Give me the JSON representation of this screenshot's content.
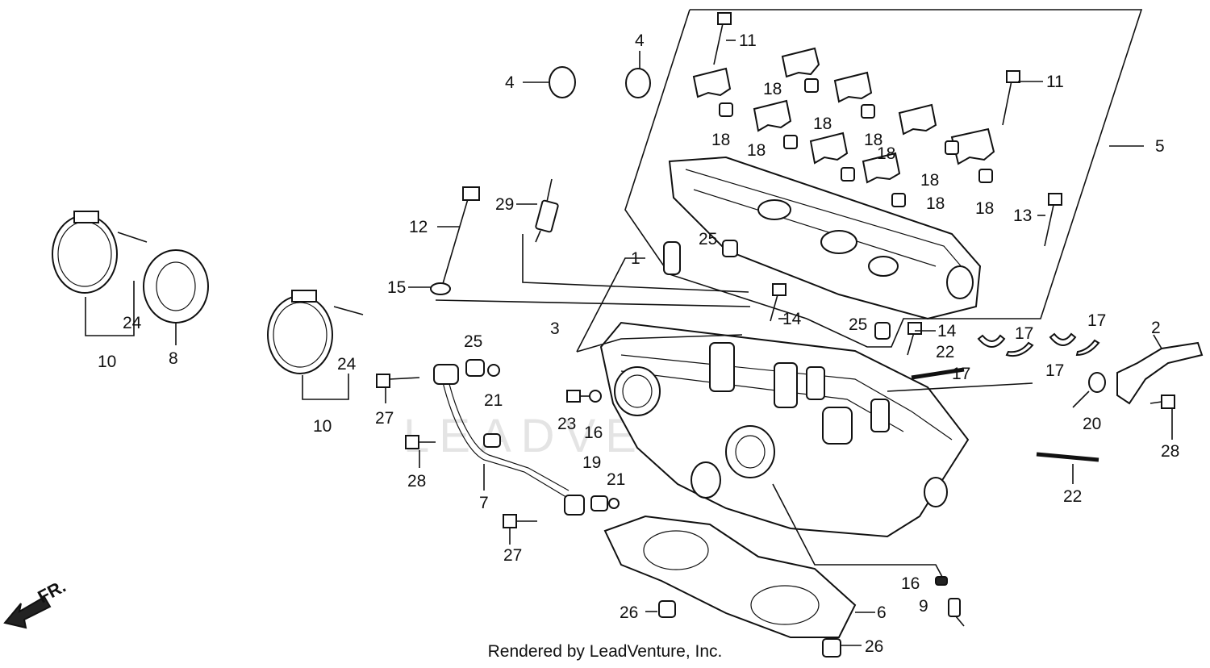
{
  "diagram": {
    "callouts": [
      "1",
      "2",
      "3",
      "4",
      "4",
      "5",
      "6",
      "7",
      "8",
      "9",
      "10",
      "10",
      "11",
      "11",
      "12",
      "13",
      "14",
      "14",
      "15",
      "16",
      "16",
      "17",
      "17",
      "17",
      "17",
      "18",
      "18",
      "18",
      "18",
      "18",
      "18",
      "18",
      "18",
      "18",
      "19",
      "20",
      "21",
      "21",
      "22",
      "22",
      "23",
      "24",
      "24",
      "25",
      "25",
      "25",
      "26",
      "26",
      "27",
      "27",
      "28",
      "28",
      "29"
    ],
    "direction_label": "FR.",
    "watermark": "LEADVENTURE"
  },
  "footer": {
    "text": "Rendered by LeadVenture, Inc."
  }
}
